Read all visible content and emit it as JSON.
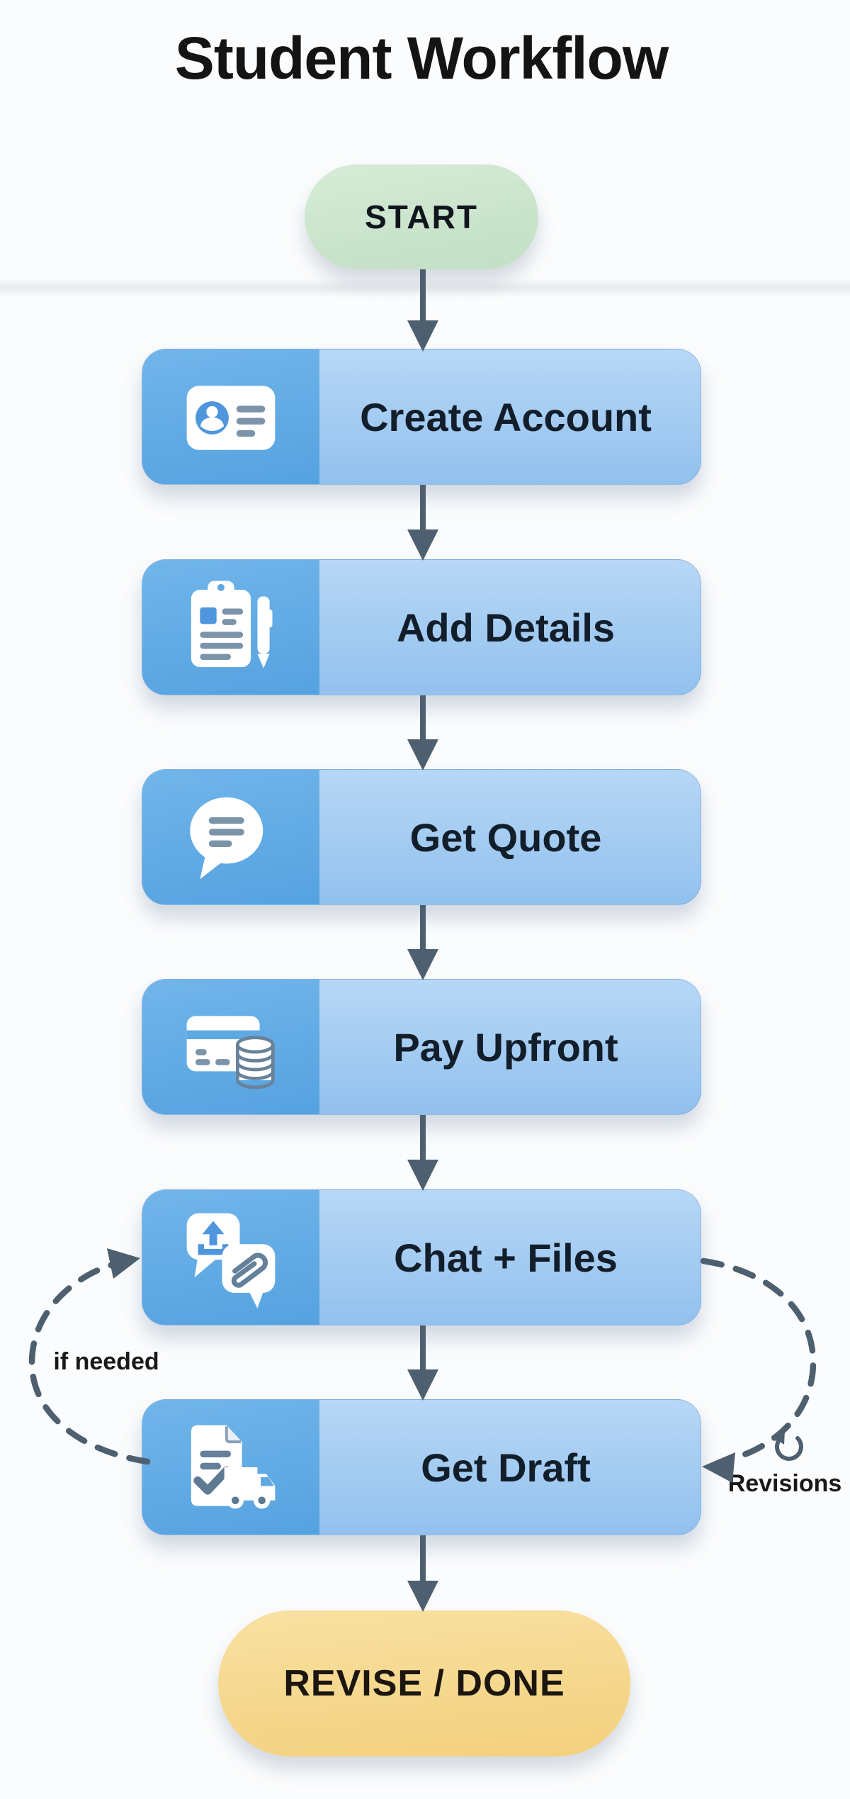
{
  "title": "Student Workflow",
  "flow": {
    "start": {
      "label": "START"
    },
    "steps": [
      {
        "label": "Create Account",
        "icon": "id-card-icon"
      },
      {
        "label": "Add Details",
        "icon": "clipboard-pen-icon"
      },
      {
        "label": "Get Quote",
        "icon": "speech-bubble-icon"
      },
      {
        "label": "Pay Upfront",
        "icon": "credit-card-coins-icon"
      },
      {
        "label": "Chat + Files",
        "icon": "chat-upload-paperclip-icon"
      },
      {
        "label": "Get Draft",
        "icon": "document-truck-icon"
      }
    ],
    "end": {
      "label": "REVISE / DONE"
    },
    "loops": {
      "left": {
        "label": "if needed"
      },
      "right": {
        "label": "Revisions"
      }
    }
  },
  "colors": {
    "background": "#fbfcfd",
    "start_green": "#c9e3ca",
    "end_yellow": "#f5d88c",
    "panel_blue": "#5fa9e3",
    "body_blue": "#a5cdf2",
    "arrow_slate": "#4e606f",
    "icon_blue": "#4f96dc",
    "icon_slate": "#7b94aa",
    "text_dark": "#121e2a"
  }
}
